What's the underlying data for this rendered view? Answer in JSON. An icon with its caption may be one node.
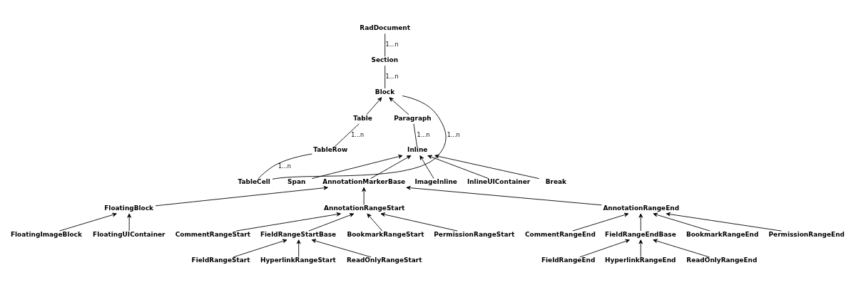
{
  "diagram": {
    "nodes": [
      {
        "text": [
          "RadDocument"
        ]
      },
      {
        "text": [
          "Section"
        ]
      },
      {
        "text": [
          "Block"
        ]
      },
      {
        "text": [
          "Table"
        ]
      },
      {
        "text": [
          "Paragraph"
        ]
      },
      {
        "text": [
          "TableRow"
        ]
      },
      {
        "text": [
          "Inline"
        ]
      },
      {
        "text": [
          "TableCell"
        ]
      },
      {
        "text": [
          "Span"
        ]
      },
      {
        "text": [
          "AnnotationMarkerBase"
        ]
      },
      {
        "text": [
          "ImageInline"
        ]
      },
      {
        "text": [
          "InlineUIContainer"
        ]
      },
      {
        "text": [
          "Break"
        ]
      },
      {
        "text": [
          "FloatingBlock"
        ]
      },
      {
        "text": [
          "AnnotationRangeStart"
        ]
      },
      {
        "text": [
          "AnnotationRangeEnd"
        ]
      },
      {
        "text": [
          "FloatingImageBlock"
        ]
      },
      {
        "text": [
          "FloatingUIContainer"
        ]
      },
      {
        "text": [
          "CommentRangeStart"
        ]
      },
      {
        "text": [
          "FieldRangeStartBase"
        ]
      },
      {
        "text": [
          "BookmarkRangeStart"
        ]
      },
      {
        "text": [
          "PermissionRangeStart"
        ]
      },
      {
        "text": [
          "CommentRangeEnd"
        ]
      },
      {
        "text": [
          "FieldRangeEndBase"
        ]
      },
      {
        "text": [
          "BookmarkRangeEnd"
        ]
      },
      {
        "text": [
          "PermissionRangeEnd"
        ]
      },
      {
        "text": [
          "FieldRangeStart"
        ]
      },
      {
        "text": [
          "HyperlinkRangeStart"
        ]
      },
      {
        "text": [
          "ReadOnlyRangeStart"
        ]
      },
      {
        "text": [
          "FieldRangeEnd"
        ]
      },
      {
        "text": [
          "HyperlinkRangeEnd"
        ]
      },
      {
        "text": [
          "ReadOnlyRangeEnd"
        ]
      }
    ],
    "edges": [
      {
        "from": 0,
        "to": 1,
        "arrow": "none",
        "label": "1...n"
      },
      {
        "from": 1,
        "to": 2,
        "arrow": "none",
        "label": "1...n"
      },
      {
        "from": 3,
        "to": 2,
        "arrow": "to"
      },
      {
        "from": 4,
        "to": 2,
        "arrow": "to"
      },
      {
        "from": 3,
        "to": 5,
        "arrow": "none",
        "label": "1...n"
      },
      {
        "from": 5,
        "to": 7,
        "arrow": "none",
        "label": "1...n"
      },
      {
        "from": 7,
        "to": 2,
        "arrow": "none",
        "label": "1...n"
      },
      {
        "from": 4,
        "to": 6,
        "arrow": "none",
        "label": "1...n"
      },
      {
        "from": 8,
        "to": 6,
        "arrow": "to"
      },
      {
        "from": 9,
        "to": 6,
        "arrow": "to"
      },
      {
        "from": 10,
        "to": 6,
        "arrow": "to"
      },
      {
        "from": 11,
        "to": 6,
        "arrow": "to"
      },
      {
        "from": 12,
        "to": 6,
        "arrow": "to"
      },
      {
        "from": 13,
        "to": 9,
        "arrow": "to"
      },
      {
        "from": 14,
        "to": 9,
        "arrow": "to"
      },
      {
        "from": 15,
        "to": 9,
        "arrow": "to"
      },
      {
        "from": 16,
        "to": 13,
        "arrow": "to"
      },
      {
        "from": 17,
        "to": 13,
        "arrow": "to"
      },
      {
        "from": 18,
        "to": 14,
        "arrow": "to"
      },
      {
        "from": 19,
        "to": 14,
        "arrow": "to"
      },
      {
        "from": 20,
        "to": 14,
        "arrow": "to"
      },
      {
        "from": 21,
        "to": 14,
        "arrow": "to"
      },
      {
        "from": 22,
        "to": 15,
        "arrow": "to"
      },
      {
        "from": 23,
        "to": 15,
        "arrow": "to"
      },
      {
        "from": 24,
        "to": 15,
        "arrow": "to"
      },
      {
        "from": 25,
        "to": 15,
        "arrow": "to"
      },
      {
        "from": 26,
        "to": 19,
        "arrow": "to"
      },
      {
        "from": 27,
        "to": 19,
        "arrow": "to"
      },
      {
        "from": 28,
        "to": 19,
        "arrow": "to"
      },
      {
        "from": 29,
        "to": 23,
        "arrow": "to"
      },
      {
        "from": 30,
        "to": 23,
        "arrow": "to"
      },
      {
        "from": 31,
        "to": 23,
        "arrow": "to"
      }
    ]
  }
}
